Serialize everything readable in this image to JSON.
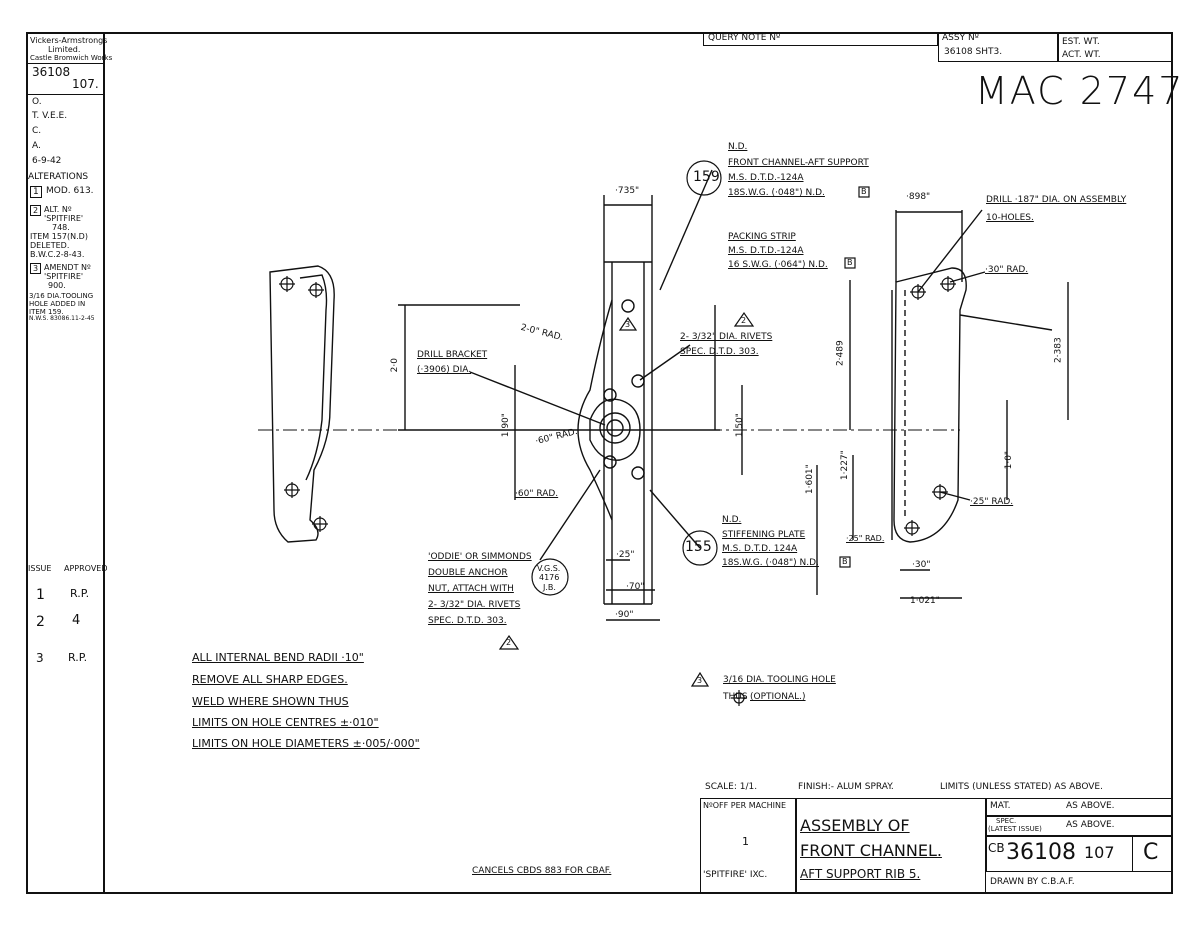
{
  "left_strip": {
    "company": [
      "Vickers-Armstrongs",
      "Limited.",
      "Castle Bromwich Works"
    ],
    "drawing_no_top": "36108",
    "drawing_no_bottom": "107.",
    "o": "O.",
    "tvee": "T. V.E.E.",
    "c": "C.",
    "a": "A.",
    "date": "6-9-42",
    "alterations_label": "ALTERATIONS",
    "alt1_num": "1",
    "alt1": "MOD. 613.",
    "alt2_num": "2",
    "alt2": [
      "ALT. Nº",
      "'SPITFIRE'",
      "748.",
      "ITEM 157(N.D)",
      "DELETED.",
      "B.W.C.2-8-43."
    ],
    "alt3_num": "3",
    "alt3": [
      "AMENDT Nº",
      "'SPITFIRE'",
      "900."
    ],
    "alt_note": [
      "3/16 DIA.TOOLING",
      "HOLE ADDED IN",
      "ITEM 159.",
      "N.W.S. 83086.11-2-45"
    ],
    "issue_label": "ISSUE",
    "approved_label": "APPROVED",
    "issues": [
      {
        "issue": "1",
        "approved": "R.P."
      },
      {
        "issue": "2",
        "approved": "4"
      },
      {
        "issue": "3",
        "approved": "R.P."
      }
    ]
  },
  "header": {
    "query_note": "QUERY NOTE Nº",
    "assy_no_label": "ASSY Nº",
    "assy_no": "36108 SHT3.",
    "est_wt": "EST. WT.",
    "act_wt": "ACT. WT.",
    "handwritten": "MAC 2747"
  },
  "labels": {
    "nd_top": "N.D.",
    "part159": "159",
    "front_channel": "FRONT CHANNEL-AFT SUPPORT",
    "front_channel_mat": "M.S. D.T.D.-124A",
    "front_channel_gauge": "18S.W.G. (·048\") N.D.",
    "box_b": "B",
    "dim735": "·735\"",
    "dim898": "·898\"",
    "drill187": "DRILL ·187\" DIA. ON ASSEMBLY",
    "holes10": "10-HOLES.",
    "packing_strip": "PACKING STRIP",
    "packing_mat": "M.S. D.T.D.-124A",
    "packing_gauge": "16 S.W.G. (·064\") N.D.",
    "rad30": "·30\" RAD.",
    "rad20": "2-0\" RAD.",
    "rivets": "2- 3/32\" DIA. RIVETS",
    "rivets_spec": "SPEC. D.T.D. 303.",
    "tri2": "2",
    "tri3": "3",
    "drill_bracket": "DRILL BRACKET",
    "drill_bracket_dia": "(·3906) DIA.",
    "dim20": "2·0",
    "dim190": "1·90\"",
    "dim150": "1·50\"",
    "dim2489": "2·489",
    "dim2383": "2·383",
    "dim10": "1·0\"",
    "dim1601": "1·601\"",
    "dim1227": "1·227\"",
    "rad60a": "·60\" RAD.",
    "rad60b": "·60\" RAD.",
    "rad25": "·25\" RAD.",
    "nd_bottom": "N.D.",
    "part155": "155",
    "stiffening": "STIFFENING PLATE",
    "rad25b": "·25\" RAD.",
    "stiff_mat": "M.S. D.T.D. 124A",
    "stiff_gauge": "18S.W.G. (·048\") N.D.",
    "dim25": "·25\"",
    "dim70": "·70\"",
    "dim90": "·90\"",
    "dim30": "·30\"",
    "dim1021": "1·021\"",
    "oddie": [
      "'ODDIE' OR SIMMONDS",
      "DOUBLE ANCHOR",
      "NUT, ATTACH WITH",
      "2- 3/32\" DIA. RIVETS",
      "SPEC. D.T.D. 303."
    ],
    "vgs": [
      "V.G.S.",
      "4176",
      "J.B."
    ],
    "tooling": "3/16 DIA. TOOLING HOLE",
    "tooling2": "THUS",
    "tooling3": "(OPTIONAL.)"
  },
  "notes": [
    "ALL INTERNAL BEND RADII ·10\"",
    "REMOVE ALL SHARP EDGES.",
    "WELD WHERE SHOWN THUS",
    "LIMITS ON HOLE CENTRES ±·010\"",
    "LIMITS ON HOLE DIAMETERS ±·005/·000\""
  ],
  "cancels": "CANCELS CBDS 883 FOR CBAF.",
  "title_block": {
    "scale": "SCALE: 1/1.",
    "finish": "FINISH:- ALUM SPRAY.",
    "limits": "LIMITS (UNLESS STATED) AS ABOVE.",
    "noff_label": "NºOFF PER MACHINE",
    "noff": "1",
    "machine": "'SPITFIRE' IXC.",
    "title1": "ASSEMBLY OF",
    "title2": "FRONT CHANNEL.",
    "title3": "AFT SUPPORT RIB 5.",
    "mat_label": "MAT.",
    "mat": "AS ABOVE.",
    "spec_label": [
      "SPEC.",
      "(LATEST ISSUE)"
    ],
    "spec": "AS ABOVE.",
    "cb": "CB",
    "dwg_no": "36108",
    "dwg_sub": "107",
    "dwg_letter": "C",
    "drawn_by": "DRAWN BY C.B.A.F."
  }
}
